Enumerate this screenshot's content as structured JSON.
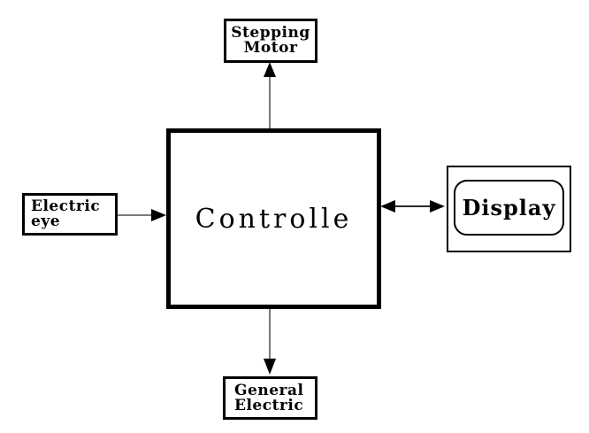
{
  "diagram": {
    "type": "block-diagram",
    "background_color": "#ffffff",
    "box_border_color": "#000000",
    "connector_line_color": "#7a7a7a",
    "arrowhead_color": "#000000",
    "nodes": {
      "controller": {
        "label": "Controlle",
        "shape": "thick-square"
      },
      "stepping_motor": {
        "line1": "Stepping",
        "line2": "Motor",
        "shape": "rectangle"
      },
      "electric_eye": {
        "line1": "Electric",
        "line2": "eye",
        "shape": "rectangle"
      },
      "display": {
        "label": "Display",
        "shape": "monitor-rounded-inner"
      },
      "general_electric": {
        "line1": "General",
        "line2": "Electric",
        "shape": "rectangle"
      }
    },
    "connections": [
      {
        "from": "controller",
        "to": "stepping_motor",
        "direction": "up",
        "heads": "single"
      },
      {
        "from": "electric_eye",
        "to": "controller",
        "direction": "right",
        "heads": "single"
      },
      {
        "from": "controller",
        "to": "display",
        "direction": "horizontal",
        "heads": "double"
      },
      {
        "from": "controller",
        "to": "general_electric",
        "direction": "down",
        "heads": "single"
      }
    ]
  }
}
